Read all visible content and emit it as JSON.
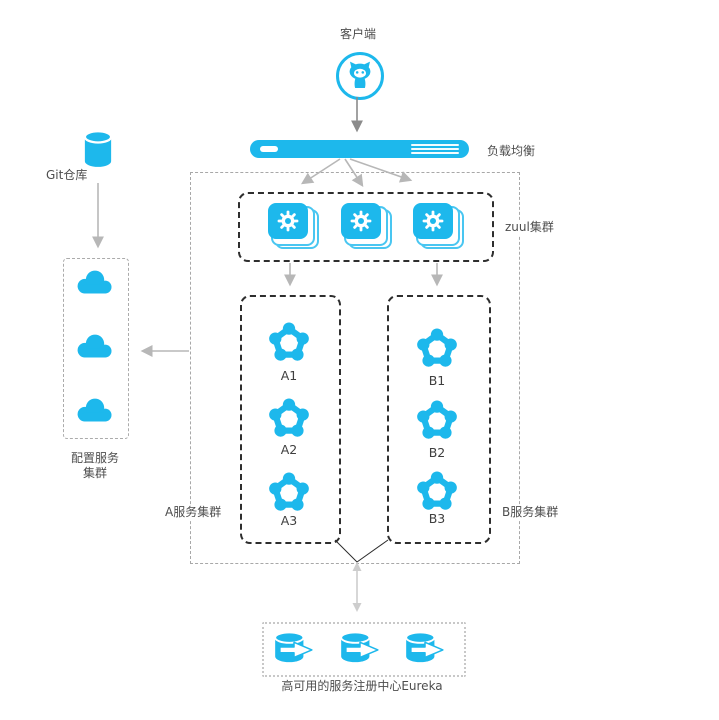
{
  "diagram": {
    "client": {
      "label": "客户端"
    },
    "load_balancer": {
      "label": "负载均衡"
    },
    "zuul_cluster": {
      "label": "zuul集群"
    },
    "service_cluster_a": {
      "label": "A服务集群",
      "nodes": [
        "A1",
        "A2",
        "A3"
      ]
    },
    "service_cluster_b": {
      "label": "B服务集群",
      "nodes": [
        "B1",
        "B2",
        "B3"
      ]
    },
    "git": {
      "label": "Git仓库"
    },
    "config_cluster": {
      "label_line1": "配置服务",
      "label_line2": "集群"
    },
    "registry": {
      "label": "高可用的服务注册中心Eureka"
    },
    "colors": {
      "accent": "#1db8ec",
      "dash_dark": "#2e2e2e",
      "dash_gray": "#a8a8a8",
      "arrow_gray": "#b7b7b7",
      "arrow_dark": "#8b8b8b",
      "arrow_light": "#cdcdcd"
    }
  }
}
